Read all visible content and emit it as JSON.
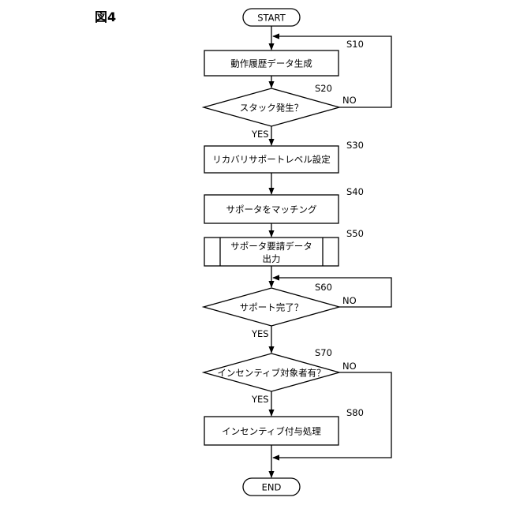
{
  "figure_label": "図4",
  "terminals": {
    "start": "START",
    "end": "END"
  },
  "steps": {
    "s10": {
      "id": "S10",
      "text": "動作履歴データ生成"
    },
    "s20": {
      "id": "S20",
      "text": "スタック発生？",
      "no": "NO",
      "yes": "YES"
    },
    "s30": {
      "id": "S30",
      "text": "リカバリサポートレベル設定"
    },
    "s40": {
      "id": "S40",
      "text": "サポータをマッチング"
    },
    "s50": {
      "id": "S50",
      "line1": "サポータ要請データ",
      "line2": "出力"
    },
    "s60": {
      "id": "S60",
      "text": "サポート完了？",
      "no": "NO",
      "yes": "YES"
    },
    "s70": {
      "id": "S70",
      "text": "インセンティブ対象者有？",
      "no": "NO",
      "yes": "YES"
    },
    "s80": {
      "id": "S80",
      "text": "インセンティブ付与処理"
    }
  }
}
